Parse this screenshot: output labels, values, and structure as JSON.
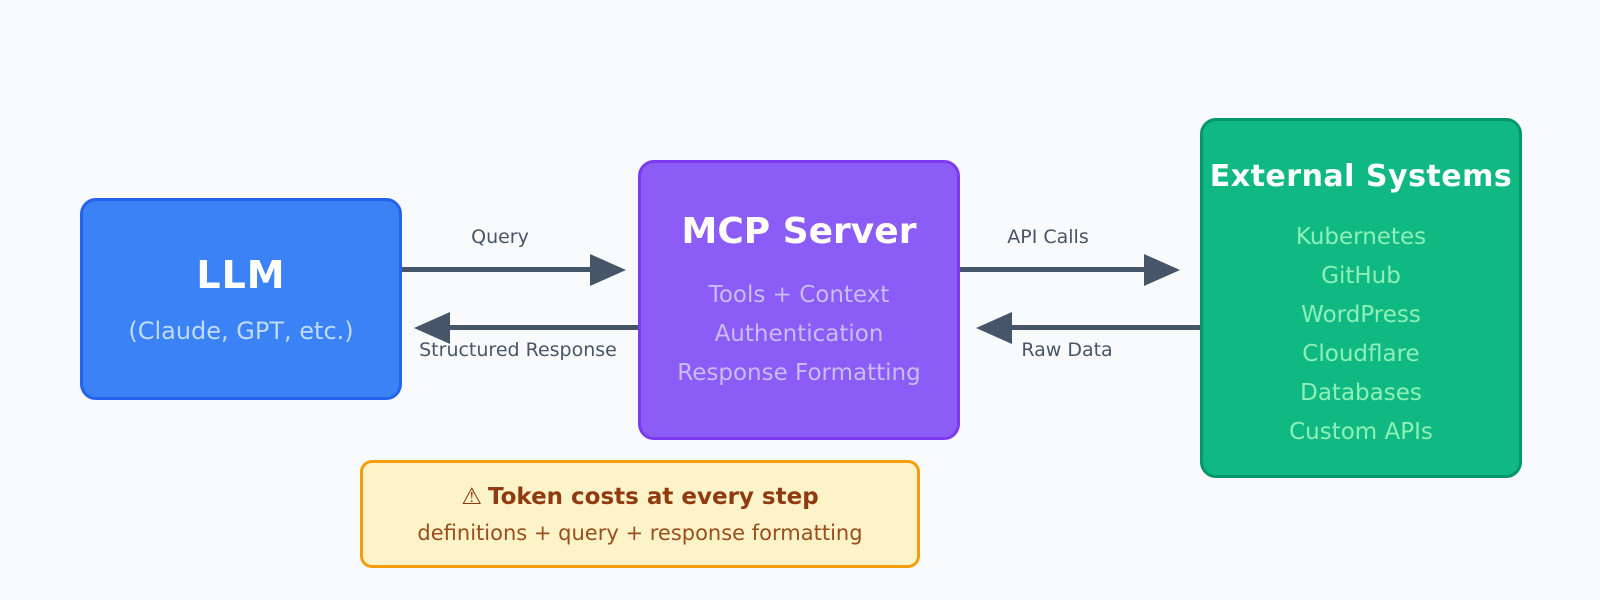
{
  "palette": {
    "background": "#f8fafc",
    "arrow": "#475569",
    "llm_fill": "#3b82f6",
    "llm_border": "#2563eb",
    "llm_subtitle_color": "#bfdbfe",
    "mcp_fill": "#8b5cf6",
    "mcp_border": "#7c3aed",
    "mcp_feature_color": "#c9bcf8",
    "external_fill": "#10b981",
    "external_border": "#059669",
    "external_item_color": "#8df0b8",
    "note_fill": "#fdf3c8",
    "note_border": "#f59e0b",
    "note_text_color": "#8f3a10"
  },
  "nodes": {
    "llm": {
      "title": "LLM",
      "subtitle": "(Claude, GPT, etc.)"
    },
    "mcp": {
      "title": "MCP Server",
      "features": [
        "Tools + Context",
        "Authentication",
        "Response Formatting"
      ]
    },
    "external": {
      "title": "External Systems",
      "systems": [
        "Kubernetes",
        "GitHub",
        "WordPress",
        "Cloudflare",
        "Databases",
        "Custom APIs"
      ]
    }
  },
  "edges": {
    "query": {
      "label": "Query",
      "from": "llm",
      "to": "mcp",
      "direction": "right"
    },
    "structured_response": {
      "label": "Structured Response",
      "from": "mcp",
      "to": "llm",
      "direction": "left"
    },
    "api_calls": {
      "label": "API Calls",
      "from": "mcp",
      "to": "external",
      "direction": "right"
    },
    "raw_data": {
      "label": "Raw Data",
      "from": "external",
      "to": "mcp",
      "direction": "left"
    }
  },
  "note": {
    "icon": "⚠",
    "title": "Token costs at every step",
    "subtitle": "definitions + query + response formatting"
  }
}
